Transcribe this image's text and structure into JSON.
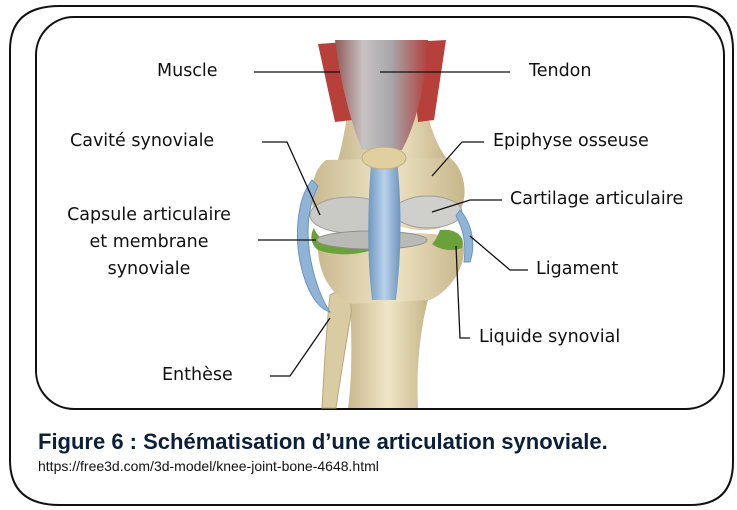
{
  "labels": {
    "muscle": "Muscle",
    "tendon": "Tendon",
    "cavite": "Cavité synoviale",
    "epiphyse": "Epiphyse osseuse",
    "cartilage": "Cartilage articulaire",
    "capsule_1": "Capsule articulaire",
    "capsule_2": "et membrane",
    "capsule_3": "synoviale",
    "ligament": "Ligament",
    "liquide": "Liquide synovial",
    "enthese": "Enthèse"
  },
  "caption": {
    "title": "Figure 6 : Schématisation d’une articulation synoviale.",
    "source": "https://free3d.com/3d-model/knee-joint-bone-4648.html"
  },
  "colors": {
    "bone": "#e3d6b0",
    "tendon": "#8fb4d6",
    "muscle_red": "#b8403a",
    "cartilage": "#c8c8c4",
    "synovial_green": "#6aa13a",
    "caption_text": "#0b1f3a"
  }
}
